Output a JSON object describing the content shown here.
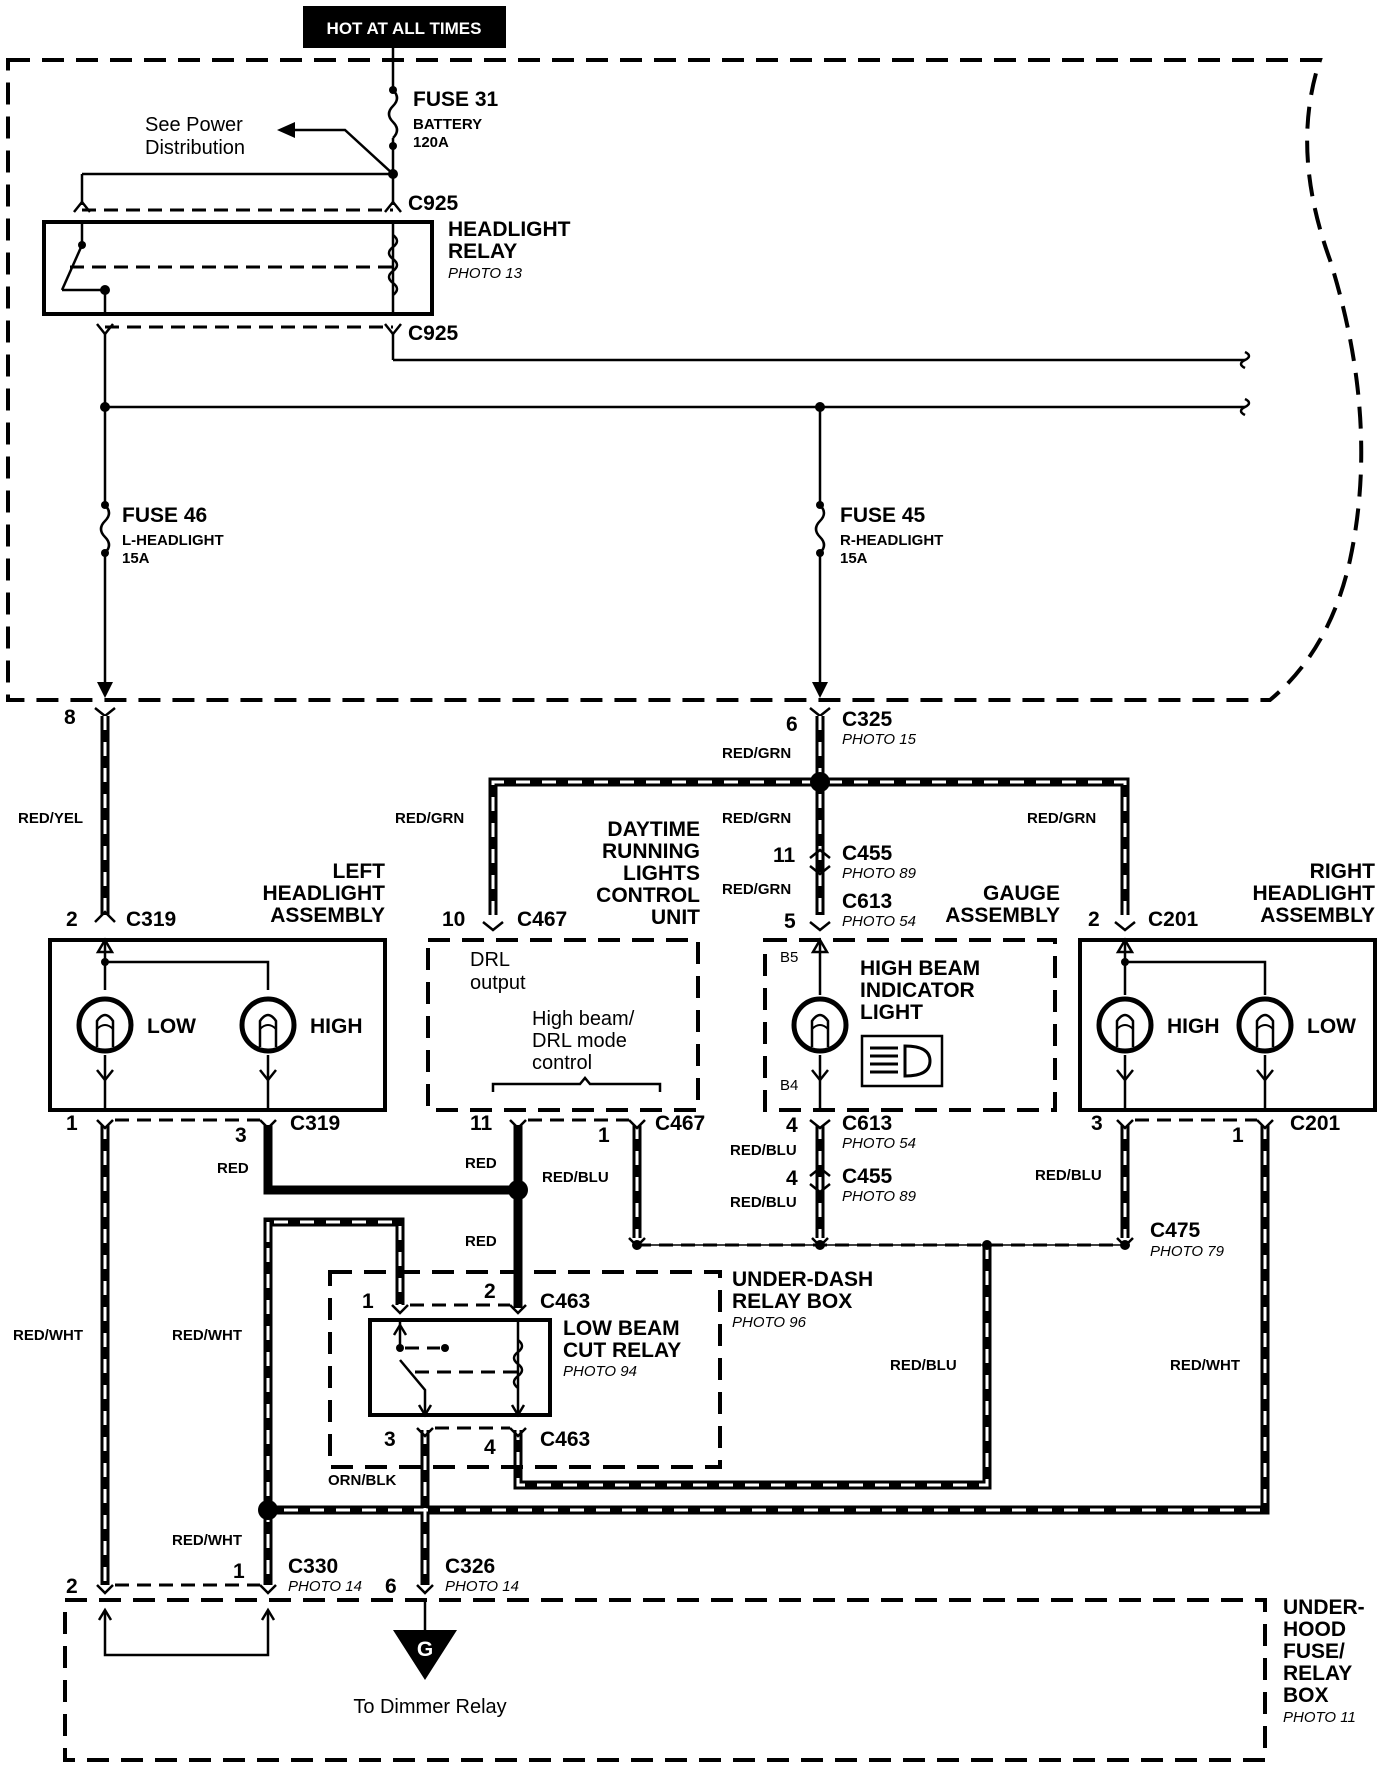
{
  "hot_label": "HOT AT ALL TIMES",
  "see_power": [
    "See Power",
    "Distribution"
  ],
  "fuse31": {
    "name": "FUSE 31",
    "sub": "BATTERY",
    "amp": "120A"
  },
  "headlight_relay": {
    "l1": "HEADLIGHT",
    "l2": "RELAY",
    "photo": "PHOTO 13",
    "conn_top": "C925",
    "conn_bot": "C925"
  },
  "fuse46": {
    "name": "FUSE 46",
    "sub": "L-HEADLIGHT",
    "amp": "15A"
  },
  "fuse45": {
    "name": "FUSE 45",
    "sub": "R-HEADLIGHT",
    "amp": "15A"
  },
  "c325": {
    "conn": "C325",
    "photo": "PHOTO 15",
    "pin": "6",
    "wire": "RED/GRN"
  },
  "left_pin8": "8",
  "wires": {
    "red_yel": "RED/YEL",
    "red_grn_left": "RED/GRN",
    "red_grn_mid": "RED/GRN",
    "red_grn_right": "RED/GRN",
    "red_grn_c455": "RED/GRN",
    "red": "RED",
    "red2": "RED",
    "red3": "RED",
    "red_blu_c467": "RED/BLU",
    "red_blu_c613": "RED/BLU",
    "red_blu_c455": "RED/BLU",
    "red_blu_c475": "RED/BLU",
    "red_blu_long": "RED/BLU",
    "red_wht_left": "RED/WHT",
    "red_wht_mid": "RED/WHT",
    "red_wht_right": "RED/WHT",
    "red_wht_low": "RED/WHT",
    "orn_blk": "ORN/BLK"
  },
  "drl_unit": {
    "l1": "DAYTIME",
    "l2": "RUNNING",
    "l3": "LIGHTS",
    "l4": "CONTROL",
    "l5": "UNIT",
    "drl1": "DRL",
    "drl2": "output",
    "hb1": "High beam/",
    "hb2": "DRL mode",
    "hb3": "control",
    "pin_top": "10",
    "conn_top": "C467",
    "pin_b1": "11",
    "pin_b2": "1",
    "conn_bot": "C467"
  },
  "c455_top": {
    "pin": "11",
    "conn": "C455",
    "photo": "PHOTO 89"
  },
  "c613_top": {
    "pin": "5",
    "conn": "C613",
    "photo": "PHOTO 54"
  },
  "gauge": {
    "l1": "GAUGE",
    "l2": "ASSEMBLY",
    "hb1": "HIGH BEAM",
    "hb2": "INDICATOR",
    "hb3": "LIGHT",
    "b5": "B5",
    "b4": "B4"
  },
  "c613_bot": {
    "pin": "4",
    "conn": "C613",
    "photo": "PHOTO 54"
  },
  "c455_bot": {
    "pin": "4",
    "conn": "C455",
    "photo": "PHOTO 89"
  },
  "left_hl": {
    "l1": "LEFT",
    "l2": "HEADLIGHT",
    "l3": "ASSEMBLY",
    "pin_top": "2",
    "conn_top": "C319",
    "low": "LOW",
    "high": "HIGH",
    "pin_b1": "1",
    "pin_b3": "3",
    "conn_bot": "C319"
  },
  "right_hl": {
    "l1": "RIGHT",
    "l2": "HEADLIGHT",
    "l3": "ASSEMBLY",
    "pin_top": "2",
    "conn_top": "C201",
    "low": "LOW",
    "high": "HIGH",
    "pin_b3": "3",
    "pin_b1": "1",
    "conn_bot": "C201"
  },
  "c475": {
    "conn": "C475",
    "photo": "PHOTO 79"
  },
  "underdash": {
    "l1": "UNDER-DASH",
    "l2": "RELAY BOX",
    "photo": "PHOTO 96"
  },
  "lowbeam": {
    "l1": "LOW BEAM",
    "l2": "CUT RELAY",
    "photo": "PHOTO 94",
    "p1": "1",
    "p2": "2",
    "p3": "3",
    "p4": "4",
    "conn_top": "C463",
    "conn_bot": "C463"
  },
  "c330": {
    "pin2": "2",
    "pin1": "1",
    "conn": "C330",
    "photo": "PHOTO 14"
  },
  "c326": {
    "pin": "6",
    "conn": "C326",
    "photo": "PHOTO 14"
  },
  "ground": {
    "letter": "G",
    "text": "To Dimmer Relay"
  },
  "underhood": {
    "l1": "UNDER-",
    "l2": "HOOD",
    "l3": "FUSE/",
    "l4": "RELAY",
    "l5": "BOX",
    "photo": "PHOTO 11"
  }
}
